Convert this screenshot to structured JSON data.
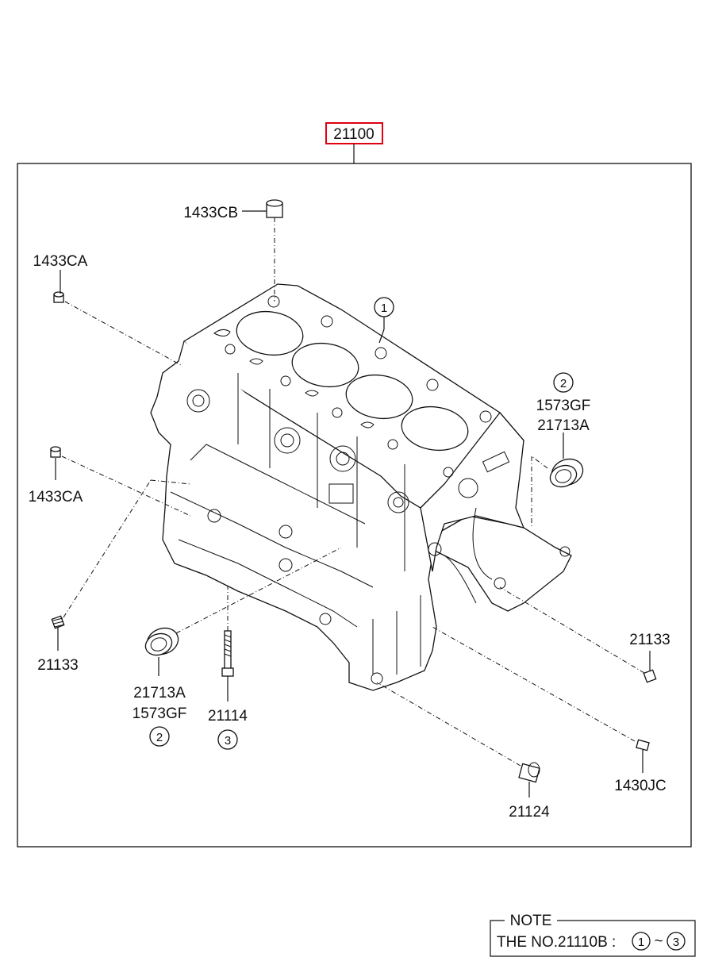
{
  "main_part": {
    "number": "21100",
    "highlight_color": "#e0000f"
  },
  "labels": {
    "p1433CB": "1433CB",
    "p1433CA_top": "1433CA",
    "p1433CA_mid": "1433CA",
    "p1573GF_right": "1573GF",
    "p21713A_right": "21713A",
    "p21133_left": "21133",
    "p21713A_left": "21713A",
    "p1573GF_left": "1573GF",
    "p21114": "21114",
    "p21133_right": "21133",
    "p1430JC": "1430JC",
    "p21124": "21124"
  },
  "callouts": {
    "c1": "1",
    "c2_right": "2",
    "c2_left": "2",
    "c3": "3"
  },
  "note": {
    "title": "NOTE",
    "text": "THE NO.21110B :",
    "from": "1",
    "sep": "~",
    "to": "3"
  },
  "icons": [
    "engine-block-illustration"
  ]
}
